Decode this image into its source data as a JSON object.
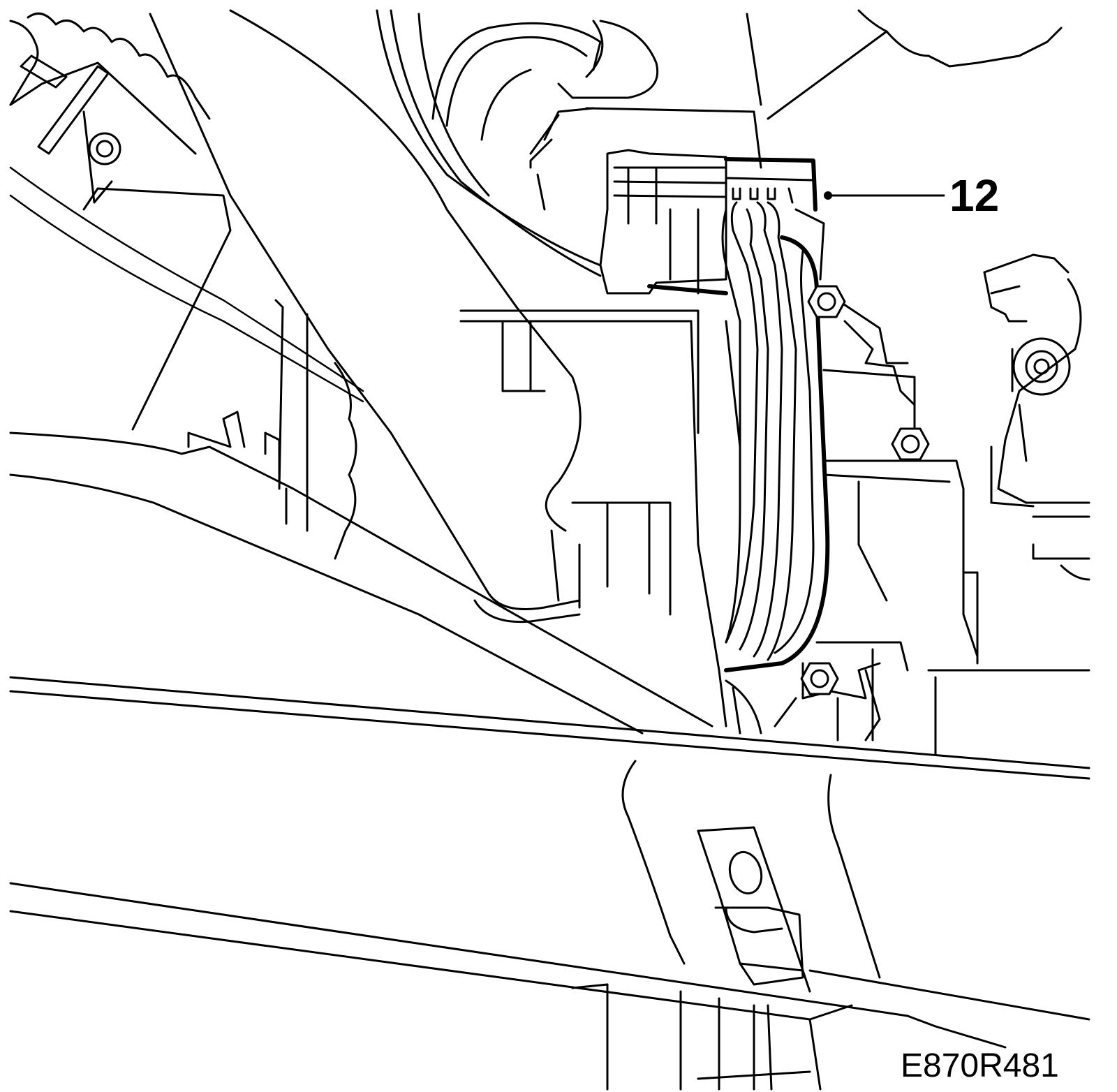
{
  "callouts": [
    {
      "number": "12",
      "target": "wiring-connector"
    }
  ],
  "figure_reference": "E870R481"
}
